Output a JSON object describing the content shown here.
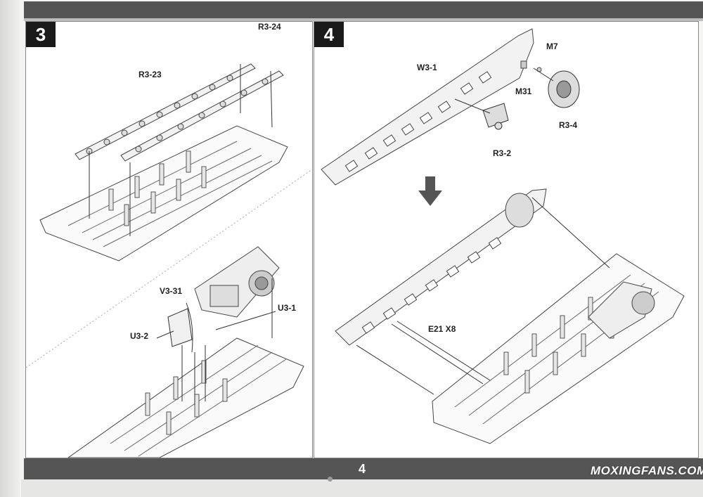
{
  "page_number": "4",
  "steps": {
    "step3": {
      "number": "3",
      "labels": {
        "r3_24": "R3-24",
        "r3_23": "R3-23",
        "v3_31": "V3-31",
        "u3_1": "U3-1",
        "u3_2": "U3-2"
      }
    },
    "step4": {
      "number": "4",
      "labels": {
        "w3_1": "W3-1",
        "m7": "M7",
        "m31": "M31",
        "r3_4": "R3-4",
        "r3_2": "R3-2",
        "e21_x8": "E21 X8"
      }
    }
  },
  "watermark": "MOXINGFANS.COM"
}
